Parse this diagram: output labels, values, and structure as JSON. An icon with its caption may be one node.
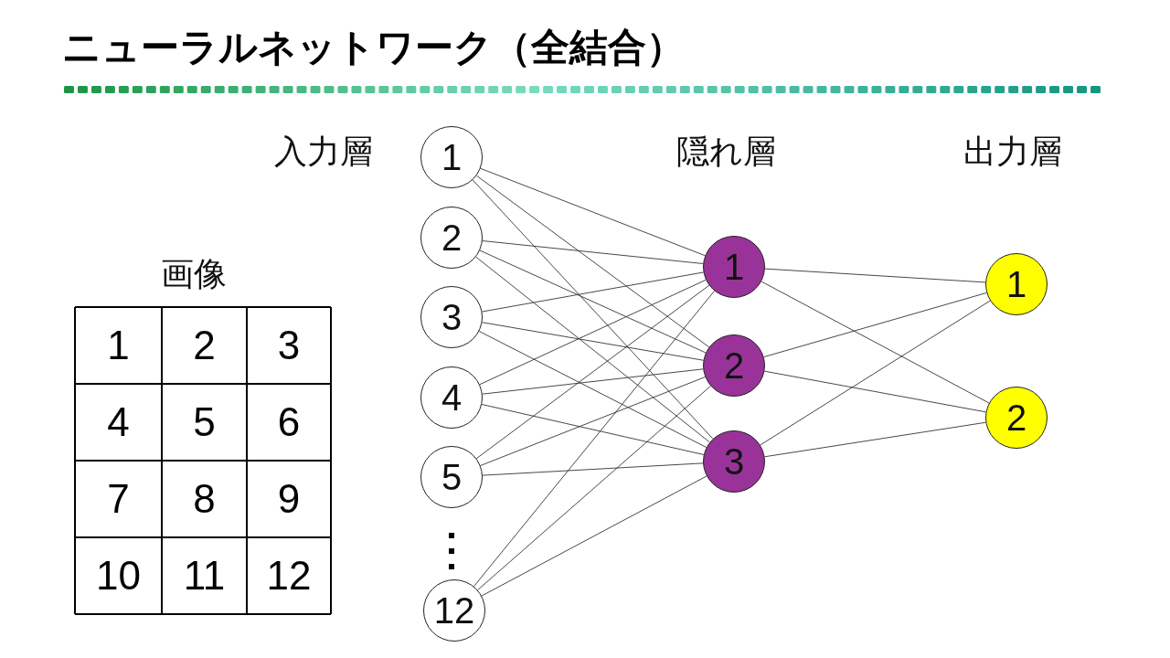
{
  "diagram": {
    "title": "ニューラルネットワーク（全結合）",
    "nodes": [
      {
        "text": [
          "1"
        ]
      },
      {
        "text": [
          "2"
        ]
      },
      {
        "text": [
          "3"
        ]
      },
      {
        "text": [
          "4"
        ]
      },
      {
        "text": [
          "5"
        ]
      },
      {
        "text": [
          "12"
        ]
      },
      {
        "text": [
          "1"
        ]
      },
      {
        "text": [
          "2"
        ]
      },
      {
        "text": [
          "3"
        ]
      },
      {
        "text": [
          "1"
        ]
      },
      {
        "text": [
          "2"
        ]
      }
    ],
    "edges": [
      {
        "from": 0,
        "to": 6,
        "arrow": "none"
      },
      {
        "from": 0,
        "to": 7,
        "arrow": "none"
      },
      {
        "from": 0,
        "to": 8,
        "arrow": "none"
      },
      {
        "from": 1,
        "to": 6,
        "arrow": "none"
      },
      {
        "from": 1,
        "to": 7,
        "arrow": "none"
      },
      {
        "from": 1,
        "to": 8,
        "arrow": "none"
      },
      {
        "from": 2,
        "to": 6,
        "arrow": "none"
      },
      {
        "from": 2,
        "to": 7,
        "arrow": "none"
      },
      {
        "from": 2,
        "to": 8,
        "arrow": "none"
      },
      {
        "from": 3,
        "to": 6,
        "arrow": "none"
      },
      {
        "from": 3,
        "to": 7,
        "arrow": "none"
      },
      {
        "from": 3,
        "to": 8,
        "arrow": "none"
      },
      {
        "from": 4,
        "to": 6,
        "arrow": "none"
      },
      {
        "from": 4,
        "to": 7,
        "arrow": "none"
      },
      {
        "from": 4,
        "to": 8,
        "arrow": "none"
      },
      {
        "from": 5,
        "to": 6,
        "arrow": "none"
      },
      {
        "from": 5,
        "to": 7,
        "arrow": "none"
      },
      {
        "from": 5,
        "to": 8,
        "arrow": "none"
      },
      {
        "from": 6,
        "to": 9,
        "arrow": "none"
      },
      {
        "from": 6,
        "to": 10,
        "arrow": "none"
      },
      {
        "from": 7,
        "to": 9,
        "arrow": "none"
      },
      {
        "from": 7,
        "to": 10,
        "arrow": "none"
      },
      {
        "from": 8,
        "to": 9,
        "arrow": "none"
      },
      {
        "from": 8,
        "to": 10,
        "arrow": "none"
      }
    ],
    "labels": [
      "入力層",
      "隠れ層",
      "出力層",
      "画像",
      "1",
      "2",
      "3",
      "4",
      "5",
      "6",
      "7",
      "8",
      "9",
      "10",
      "11",
      "12"
    ]
  }
}
